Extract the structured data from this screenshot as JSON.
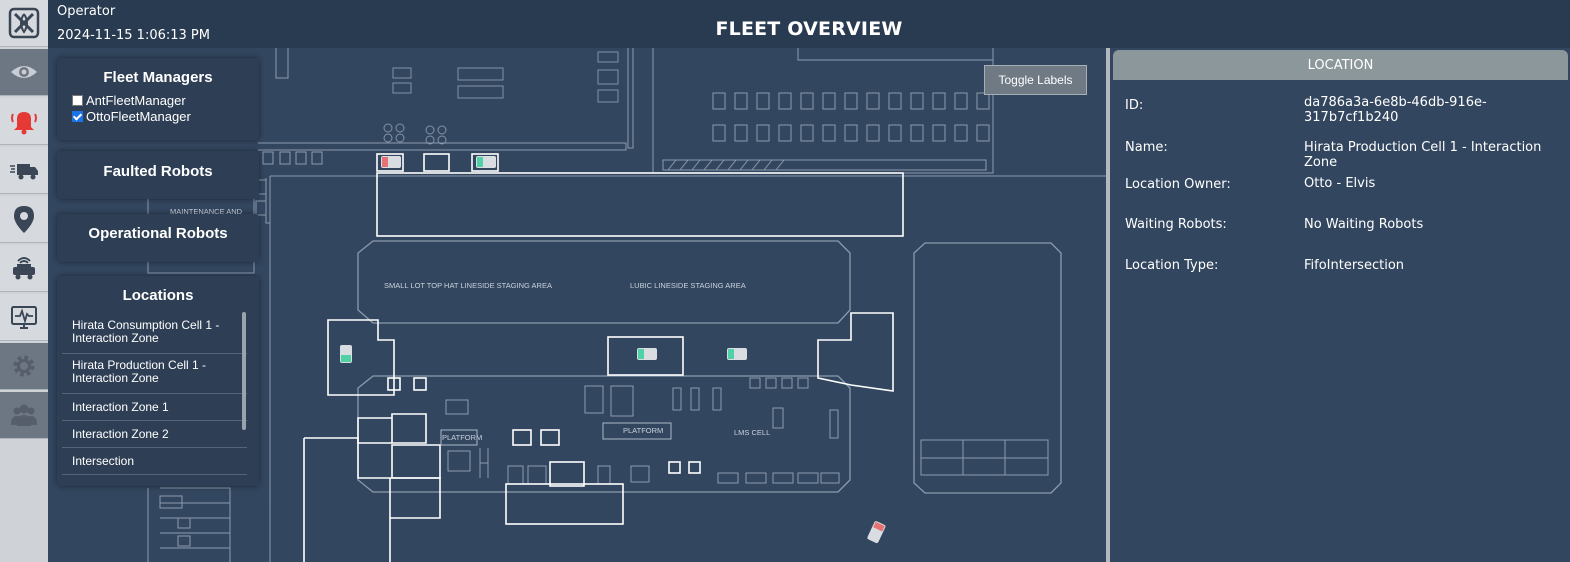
{
  "header": {
    "user_role": "Operator",
    "timestamp": "2024-11-15 1:06:13 PM",
    "title": "FLEET OVERVIEW"
  },
  "nav": {
    "items": [
      {
        "icon": "logo-icon"
      },
      {
        "icon": "eye-icon"
      },
      {
        "icon": "alarm-bell-icon",
        "color": "#e53935"
      },
      {
        "icon": "truck-icon"
      },
      {
        "icon": "map-pin-icon"
      },
      {
        "icon": "robot-vehicle-icon"
      },
      {
        "icon": "monitor-pulse-icon"
      },
      {
        "icon": "gear-icon"
      },
      {
        "icon": "users-icon"
      }
    ]
  },
  "fleet_managers": {
    "title": "Fleet Managers",
    "items": [
      {
        "label": "AntFleetManager",
        "checked": false
      },
      {
        "label": "OttoFleetManager",
        "checked": true
      }
    ]
  },
  "faulted_robots": {
    "title": "Faulted Robots"
  },
  "operational_robots": {
    "title": "Operational Robots"
  },
  "locations": {
    "title": "Locations",
    "items": [
      "Hirata Consumption Cell 1 - Interaction Zone",
      "Hirata Production Cell 1 - Interaction Zone",
      "Interaction Zone 1",
      "Interaction Zone 2",
      "Intersection"
    ]
  },
  "map": {
    "toggle_labels": "Toggle Labels",
    "labels": {
      "maintenance": "MAINTENANCE AND",
      "small_lot": "SMALL LOT TOP HAT LINESIDE STAGING AREA",
      "lubic": "LUBIC LINESIDE STAGING AREA",
      "platform1": "PLATFORM",
      "platform2": "PLATFORM",
      "lms_cell": "LMS CELL"
    }
  },
  "details": {
    "header": "LOCATION",
    "rows": [
      {
        "label": "ID:",
        "value": "da786a3a-6e8b-46db-916e-317b7cf1b240"
      },
      {
        "label": "Name:",
        "value": "Hirata Production Cell 1 - Interaction Zone"
      },
      {
        "label": "Location Owner:",
        "value": "Otto - Elvis"
      },
      {
        "label": "Waiting Robots:",
        "value": "No Waiting Robots"
      },
      {
        "label": "Location Type:",
        "value": "FifoIntersection"
      }
    ]
  },
  "colors": {
    "background": "#33465f",
    "header": "#293b51",
    "panel": "#2e3f55",
    "robot_green": "#4fd1a5",
    "robot_red": "#e57373"
  }
}
